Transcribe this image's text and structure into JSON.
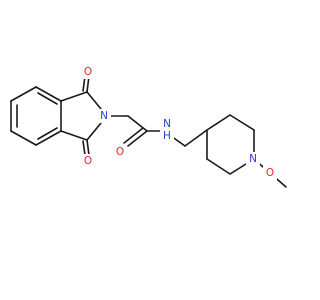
{
  "atoms": [
    {
      "key": "o-top",
      "label": "O",
      "color": "#e8242c"
    },
    {
      "key": "o-bottom",
      "label": "O",
      "color": "#e8242c"
    },
    {
      "key": "n-imide",
      "label": "N",
      "color": "#2c3bd6"
    },
    {
      "key": "o-amide",
      "label": "O",
      "color": "#e8242c"
    },
    {
      "key": "nh-amide",
      "label": "N\nH",
      "color": "#2c3bd6"
    },
    {
      "key": "n-piperidine",
      "label": "N",
      "color": "#2c3bd6"
    },
    {
      "key": "o-methoxy",
      "label": "O",
      "color": "#e8242c"
    }
  ],
  "colors": {
    "bond": "#1a1a1a",
    "nitrogen": "#2c3bd6",
    "oxygen": "#e8242c",
    "background": "#ffffff"
  }
}
